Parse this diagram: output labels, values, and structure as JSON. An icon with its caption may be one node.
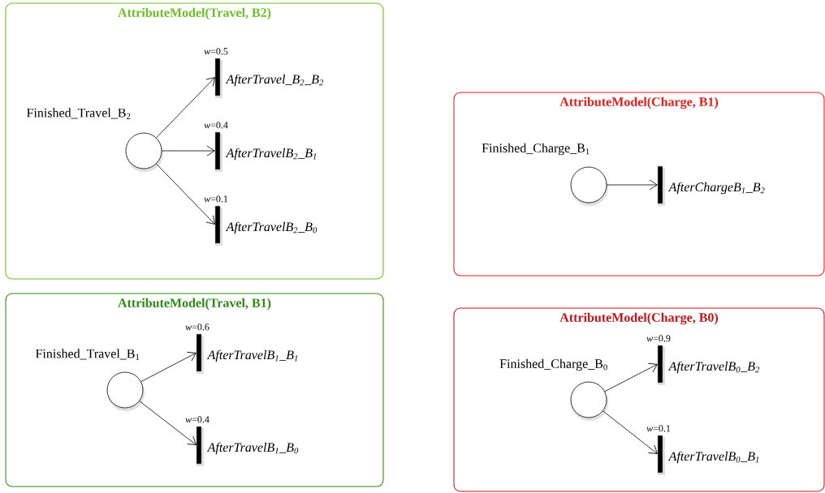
{
  "diagram": {
    "nodes": [
      {
        "text": [
          "AttributeModel(Travel, B2)"
        ]
      },
      {
        "text": [
          "Finished_Travel_B$_{2}$"
        ],
        "in": 0
      },
      {
        "text": [
          "AfterTravel_B$_{2}$_B$_{2}$"
        ],
        "beside": [
          "*w*=0.5"
        ],
        "in": 0
      },
      {
        "text": [
          "AfterTravelB$_{2}$_B$_{1}$"
        ],
        "beside": [
          "*w*=0.4"
        ],
        "in": 0
      },
      {
        "text": [
          "AfterTravelB$_{2}$_B$_{0}$"
        ],
        "beside": [
          "*w*=0.1"
        ],
        "in": 0
      },
      {
        "text": [
          "AttributeModel(Charge, B1)"
        ]
      },
      {
        "text": [
          "Finished_Charge_B$_{1}$"
        ],
        "in": 5
      },
      {
        "text": [
          "AfterChargeB$_{1}$_B$_{2}$"
        ],
        "in": 5
      },
      {
        "text": [
          "AttributeModel(Travel, B1)"
        ]
      },
      {
        "text": [
          "Finished_Travel_B$_{1}$"
        ],
        "in": 8
      },
      {
        "text": [
          "AfterTravelB$_{1}$_B$_{1}$"
        ],
        "beside": [
          "*w*=0.6"
        ],
        "in": 8
      },
      {
        "text": [
          "AfterTravelB$_{1}$_B$_{0}$"
        ],
        "beside": [
          "*w*=0.4"
        ],
        "in": 8
      },
      {
        "text": [
          "AttributeModel(Charge, B0)"
        ]
      },
      {
        "text": [
          "Finished_Charge_B$_{0}$"
        ],
        "in": 12
      },
      {
        "text": [
          "AfterTravelB$_{0}$_B$_{2}$"
        ],
        "beside": [
          "*w*=0.9"
        ],
        "in": 12
      },
      {
        "text": [
          "AfterTravelB$_{0}$_B$_{1}$"
        ],
        "beside": [
          "*w*=0.1"
        ],
        "in": 12
      }
    ],
    "edges": [
      {
        "from": 1,
        "to": 2,
        "arrow": "to"
      },
      {
        "from": 1,
        "to": 3,
        "arrow": "to"
      },
      {
        "from": 1,
        "to": 4,
        "arrow": "to"
      },
      {
        "from": 6,
        "to": 7,
        "arrow": "to"
      },
      {
        "from": 9,
        "to": 10,
        "arrow": "to"
      },
      {
        "from": 9,
        "to": 11,
        "arrow": "to"
      },
      {
        "from": 13,
        "to": 14,
        "arrow": "to"
      },
      {
        "from": 13,
        "to": 15,
        "arrow": "to"
      }
    ]
  }
}
